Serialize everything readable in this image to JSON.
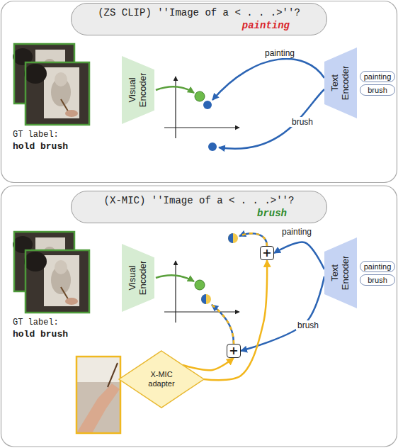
{
  "diagram": {
    "nodes": [
      {
        "text": [
          "(ZS CLIP) ''Image of a < . . .>''?",
          "painting"
        ]
      },
      {
        "text": [
          "Visual Encoder"
        ]
      },
      {
        "text": [
          "Text Encoder"
        ]
      },
      {
        "text": [
          "painting"
        ]
      },
      {
        "text": [
          "brush"
        ]
      },
      {
        "text": [
          "(X-MIC) ''Image of a < . . .>''?",
          "brush"
        ]
      },
      {
        "text": [
          "Visual Encoder"
        ]
      },
      {
        "text": [
          "Text Encoder"
        ]
      },
      {
        "text": [
          "painting"
        ]
      },
      {
        "text": [
          "brush"
        ]
      },
      {
        "text": [
          "+"
        ]
      },
      {
        "text": [
          "+"
        ]
      },
      {
        "text": [
          "X-MIC adapter"
        ]
      }
    ],
    "edges": [
      {
        "from": 7,
        "to": 10,
        "label": "painting",
        "arrow": "to"
      },
      {
        "from": 7,
        "to": 11,
        "label": "brush",
        "arrow": "to"
      },
      {
        "from": 12,
        "to": 10,
        "arrow": "to"
      },
      {
        "from": 12,
        "to": 11,
        "arrow": "to"
      }
    ],
    "labels": [
      "painting",
      "brush",
      "GT label:",
      "hold brush",
      "GT label:",
      "hold brush"
    ]
  }
}
